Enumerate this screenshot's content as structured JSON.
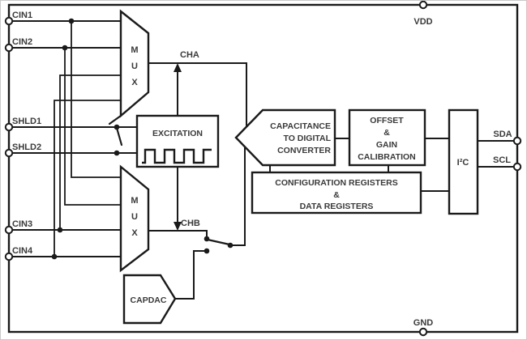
{
  "pins": {
    "cin1": "CIN1",
    "cin2": "CIN2",
    "shld1": "SHLD1",
    "shld2": "SHLD2",
    "cin3": "CIN3",
    "cin4": "CIN4",
    "vdd": "VDD",
    "gnd": "GND",
    "sda": "SDA",
    "scl": "SCL"
  },
  "signals": {
    "cha": "CHA",
    "chb": "CHB"
  },
  "blocks": {
    "mux": [
      "M",
      "U",
      "X"
    ],
    "excitation": "EXCITATION",
    "cdc": [
      "CAPACITANCE",
      "TO DIGITAL",
      "CONVERTER"
    ],
    "offset": [
      "OFFSET",
      "&",
      "GAIN",
      "CALIBRATION"
    ],
    "registers": [
      "CONFIGURATION REGISTERS",
      "&",
      "DATA REGISTERS"
    ],
    "i2c": "I²C",
    "capdac": "CAPDAC"
  },
  "colors": {
    "line": "#1a1a1a",
    "text": "#3a3a3a",
    "background": "#ffffff"
  }
}
